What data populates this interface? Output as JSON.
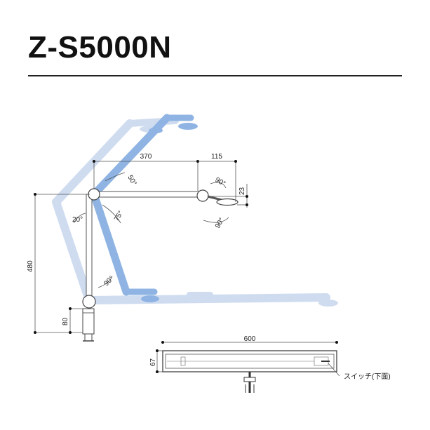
{
  "title": "Z-S5000N",
  "colors": {
    "ghost_arm": "#cfdcf0",
    "blue_arm": "#8fb4e3",
    "arm_outline": "#555555",
    "ink": "#222222"
  },
  "dimensions": {
    "horizontal_reach": "370",
    "head_length": "115",
    "head_height": "23",
    "total_height": "480",
    "clamp_height": "80",
    "length_top_view": "600",
    "width_top_view": "67"
  },
  "angles": {
    "shoulder_up": "50°",
    "elbow_pitch": "90°",
    "shoulder_down": "75°",
    "base_tilt": "20°",
    "base_rotation": "90°",
    "head_rotation": "90°"
  },
  "callouts": {
    "switch": "スイッチ(下面)"
  }
}
